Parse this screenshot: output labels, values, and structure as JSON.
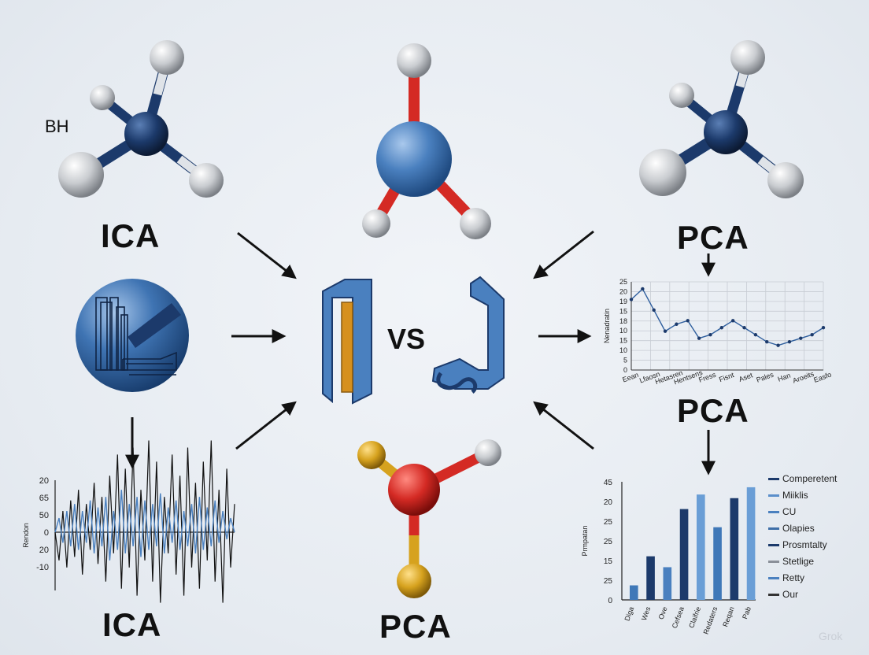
{
  "labels": {
    "bh": "BH",
    "ica_top": "ICA",
    "pca_top": "PCA",
    "vs": "VS",
    "pca_mid": "PCA",
    "ica_bottom": "ICA",
    "pca_bottom": "PCA",
    "watermark": "Grok"
  },
  "colors": {
    "navy": "#1c3a6b",
    "blue": "#4a80bf",
    "red": "#d42a24",
    "gold": "#d6a21e",
    "grey_atom": "#c9ccd0"
  },
  "chart_data": [
    {
      "type": "line",
      "y_ticks": [
        "25",
        "20",
        "19",
        "15",
        "18",
        "10",
        "15",
        "10",
        "5",
        "0"
      ],
      "x_tick_labels": [
        "Eean",
        "Lfaosn",
        "Hetasren",
        "Hentsens",
        "Fress",
        "Fisnt",
        "Aset",
        "Pales",
        "Han",
        "Aroeits",
        "Easfo"
      ],
      "ylabel": "Nenadratin",
      "values": [
        20,
        23,
        17,
        11,
        13,
        14,
        9,
        10,
        12,
        14,
        12,
        10,
        8,
        7,
        8,
        9,
        10,
        12
      ],
      "ylim": [
        0,
        25
      ]
    },
    {
      "type": "line",
      "y_ticks": [
        "20",
        "65",
        "50",
        "0",
        "20",
        "-10"
      ],
      "ylabel": "Rendon",
      "series": [
        {
          "values": [
            0,
            -8,
            6,
            -10,
            9,
            -7,
            12,
            -12,
            8,
            -5,
            14,
            -9,
            10,
            -14,
            16,
            -6,
            22,
            -16,
            18,
            -10,
            24,
            -18,
            12,
            -8,
            26,
            -14,
            20,
            -20,
            10,
            -6,
            22,
            -12,
            16,
            -18,
            24,
            -10,
            14,
            -16,
            20,
            -8,
            26,
            -14,
            12,
            -20,
            18,
            -10,
            8
          ]
        },
        {
          "values": [
            0,
            4,
            -3,
            6,
            -4,
            8,
            -5,
            6,
            -3,
            9,
            -6,
            7,
            -4,
            10,
            -8,
            6,
            -5,
            12,
            -6,
            8,
            -4,
            10,
            -7,
            9,
            -5,
            8,
            -4,
            11,
            -6,
            7,
            -3,
            9,
            -5,
            6,
            -4,
            8,
            -6,
            10,
            -5,
            7,
            -4,
            9,
            -3,
            6,
            -2,
            4,
            0
          ]
        }
      ],
      "ylim": [
        -20,
        30
      ]
    },
    {
      "type": "bar",
      "y_ticks": [
        "45",
        "20",
        "25",
        "25",
        "15",
        "25",
        "0"
      ],
      "categories": [
        "Diga",
        "Wes",
        "Ove",
        "Cefsea",
        "Claifrie",
        "Redaters",
        "Reqan",
        "Pab"
      ],
      "ylabel": "Prmpatan",
      "values": [
        8,
        24,
        18,
        50,
        58,
        40,
        56,
        62
      ],
      "ylim": [
        0,
        65
      ],
      "legend": [
        "Comperetent",
        "Miiklis",
        "CU",
        "Olapies",
        "Prosmtalty",
        "Stetlige",
        "Retty",
        "Our"
      ],
      "legend_colors": [
        "#1c3a6b",
        "#5b8fcb",
        "#4a80bf",
        "#3f6fa8",
        "#1c3a6b",
        "#8a9099",
        "#4a80bf",
        "#333333"
      ],
      "bar_colors": [
        "#3f78b8",
        "#1c3a6b",
        "#4a80bf",
        "#1c3a6b",
        "#6a9ed6",
        "#3f78b8",
        "#1c3a6b",
        "#6a9ed6"
      ]
    }
  ]
}
